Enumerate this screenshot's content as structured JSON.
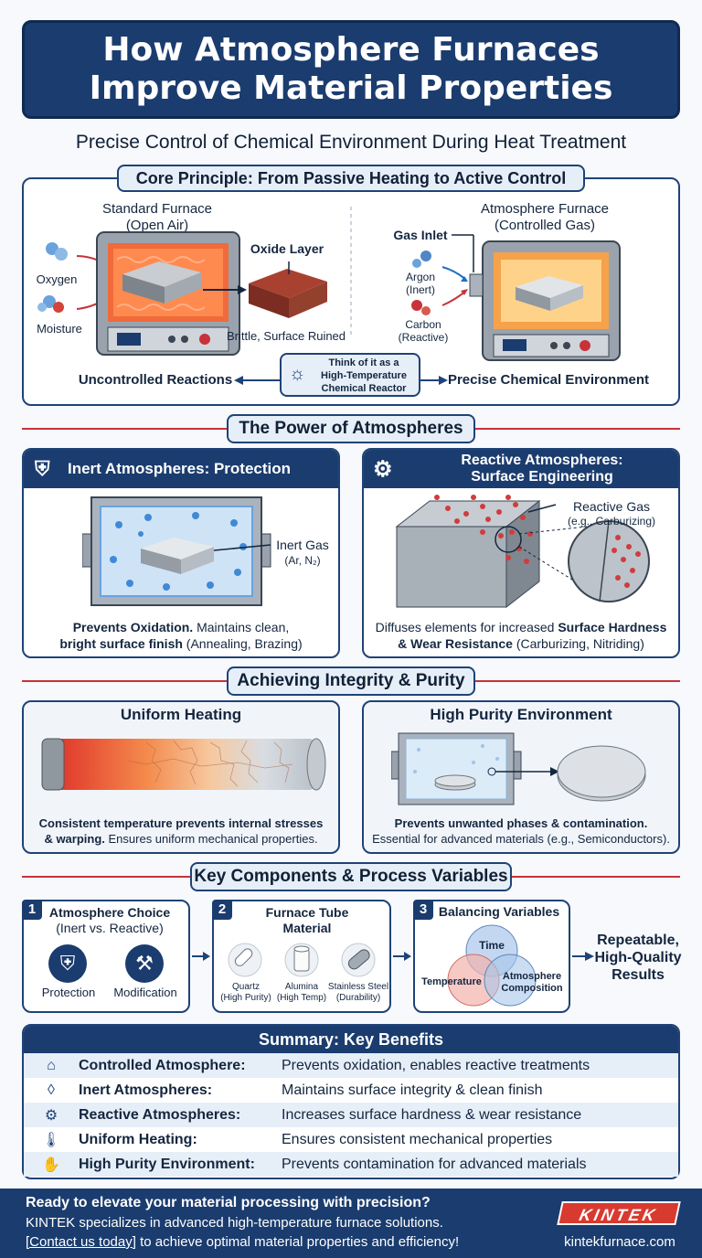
{
  "title_lines": [
    "How Atmosphere Furnaces",
    "Improve Material Properties"
  ],
  "subtitle": "Precise Control of Chemical Environment During Heat Treatment",
  "core": {
    "heading": "Core Principle: From Passive Heating to Active Control",
    "standard_title": [
      "Standard Furnace",
      "(Open Air)"
    ],
    "oxygen": "Oxygen",
    "moisture": "Moisture",
    "oxide_layer": "Oxide Layer",
    "brittle": "Brittle, Surface Ruined",
    "uncontrolled": "Uncontrolled Reactions",
    "reactor_note": [
      "Think of it as a",
      "High-Temperature",
      "Chemical Reactor"
    ],
    "precise": "Precise Chemical Environment",
    "atmo_title": [
      "Atmosphere Furnace",
      "(Controlled Gas)"
    ],
    "gas_inlet": "Gas Inlet",
    "argon": [
      "Argon",
      "(Inert)"
    ],
    "carbon": [
      "Carbon",
      "(Reactive)"
    ]
  },
  "power": {
    "heading": "The Power of Atmospheres",
    "inert_title": "Inert Atmospheres: Protection",
    "inert_gas": [
      "Inert Gas",
      "(Ar, N₂)"
    ],
    "inert_text_bold1": "Prevents Oxidation.",
    "inert_text1": " Maintains clean,",
    "inert_text_bold2": "bright surface finish",
    "inert_text2": " (Annealing, Brazing)",
    "reactive_title": [
      "Reactive Atmospheres:",
      "Surface Engineering"
    ],
    "reactive_gas": [
      "Reactive Gas",
      "(e.g., Carburizing)"
    ],
    "reactive_text1": "Diffuses elements for increased ",
    "reactive_text_bold1": "Surface Hardness",
    "reactive_text_bold2": "& Wear Resistance",
    "reactive_text2": " (Carburizing, Nitriding)"
  },
  "integrity": {
    "heading": "Achieving Integrity & Purity",
    "uniform_title": "Uniform Heating",
    "uniform_bold": "Consistent temperature prevents internal stresses",
    "uniform_bold2": "& warping.",
    "uniform_text": " Ensures uniform mechanical properties.",
    "purity_title": "High Purity Environment",
    "purity_bold": "Prevents unwanted phases & contamination.",
    "purity_text": "Essential for advanced materials (e.g., Semiconductors)."
  },
  "components": {
    "heading": "Key Components & Process Variables",
    "c1_num": "1",
    "c1_title": [
      "Atmosphere Choice",
      "(Inert vs. Reactive)"
    ],
    "protection": "Protection",
    "modification": "Modification",
    "c2_num": "2",
    "c2_title": [
      "Furnace Tube",
      "Material"
    ],
    "quartz": [
      "Quartz",
      "(High Purity)"
    ],
    "alumina": [
      "Alumina",
      "(High Temp)"
    ],
    "steel": [
      "Stainless Steel",
      "(Durability)"
    ],
    "c3_num": "3",
    "c3_title": "Balancing Variables",
    "time": "Time",
    "temperature": "Temperature",
    "atmosphere_comp": [
      "Atmosphere",
      "Composition"
    ],
    "result": [
      "Repeatable,",
      "High-Quality",
      "Results"
    ]
  },
  "summary": {
    "heading": "Summary: Key Benefits",
    "rows": [
      {
        "icon": "furnace-icon",
        "key": "Controlled Atmosphere:",
        "value": "Prevents oxidation, enables reactive treatments"
      },
      {
        "icon": "drop-icon",
        "key": "Inert Atmospheres:",
        "value": "Maintains surface integrity & clean finish"
      },
      {
        "icon": "gear-icon",
        "key": "Reactive Atmospheres:",
        "value": "Increases surface hardness & wear resistance"
      },
      {
        "icon": "thermometer-icon",
        "key": "Uniform Heating:",
        "value": "Ensures consistent mechanical properties"
      },
      {
        "icon": "hand-drop-icon",
        "key": "High Purity Environment:",
        "value": "Prevents contamination for advanced materials"
      }
    ]
  },
  "footer": {
    "line1": "Ready to elevate your material processing with precision?",
    "line2": "KINTEK specializes in advanced high-temperature furnace solutions.",
    "link": "[Contact us today]",
    "line3": " to achieve optimal material properties and efficiency!",
    "brand": "KINTEK",
    "site": "kintekfurnace.com"
  },
  "colors": {
    "navy": "#1b3c6e",
    "red": "#c8323a",
    "light_blue": "#e6eef8"
  }
}
